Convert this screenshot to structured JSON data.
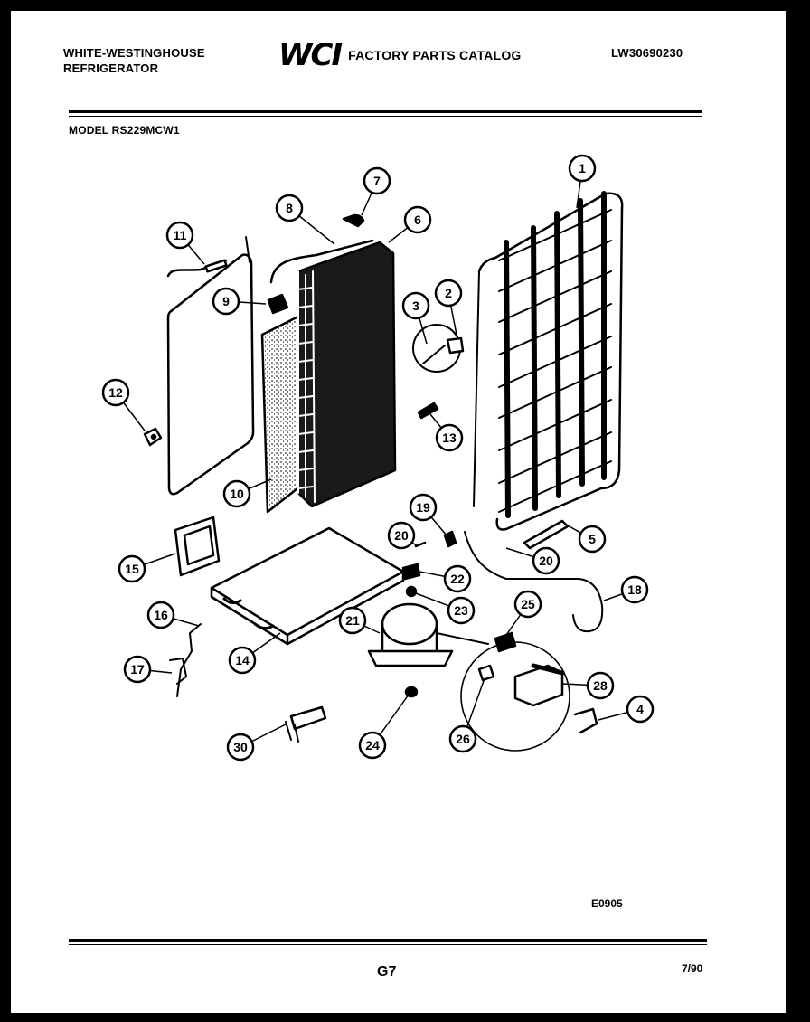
{
  "header": {
    "brand_line1": "WHITE-WESTINGHOUSE",
    "brand_line2": "REFRIGERATOR",
    "logo": "WCI",
    "catalog_title": "FACTORY PARTS CATALOG",
    "document_number": "LW30690230"
  },
  "model_line": "MODEL RS229MCW1",
  "callouts": [
    "1",
    "2",
    "3",
    "4",
    "5",
    "6",
    "7",
    "8",
    "9",
    "10",
    "11",
    "12",
    "13",
    "14",
    "15",
    "16",
    "17",
    "18",
    "19",
    "20",
    "20",
    "21",
    "22",
    "23",
    "24",
    "25",
    "26",
    "28",
    "30"
  ],
  "footer": {
    "figure_code": "E0905",
    "page_number": "G7",
    "date": "7/90"
  }
}
